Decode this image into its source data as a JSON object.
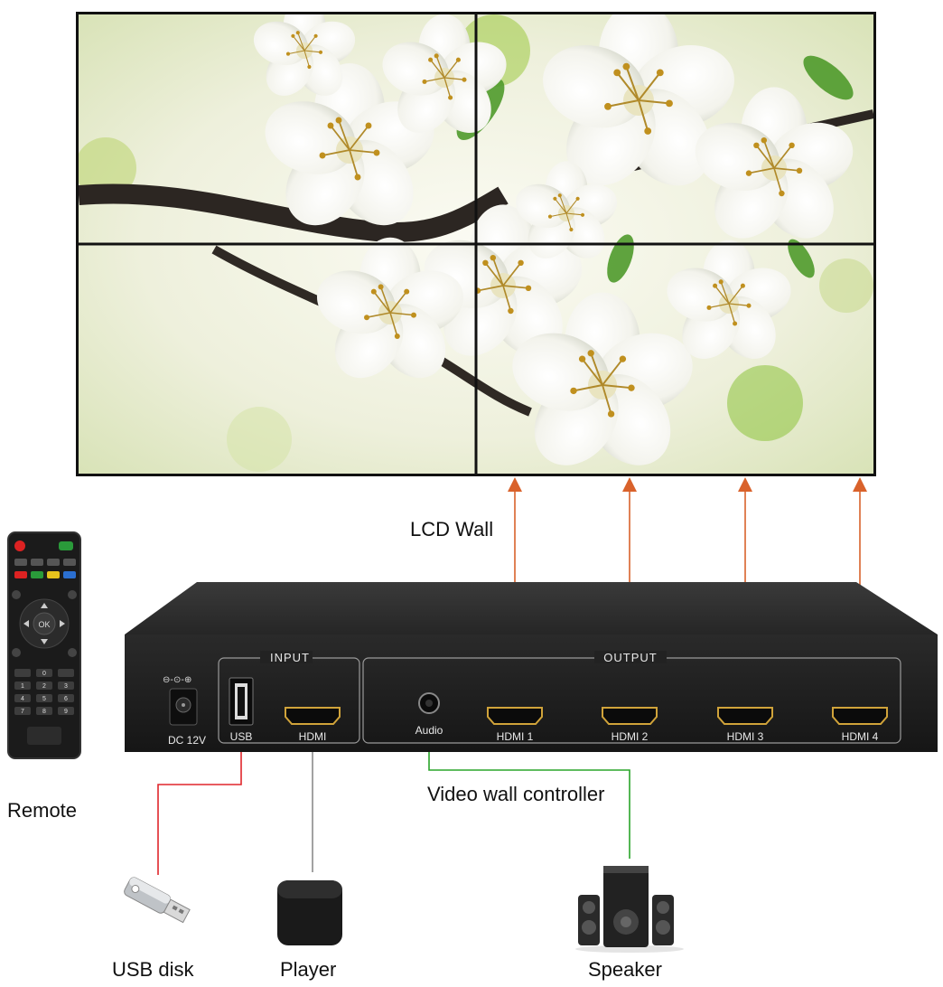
{
  "labels": {
    "lcd_wall": "LCD Wall",
    "remote": "Remote",
    "video_wall_controller": "Video wall controller",
    "usb_disk": "USB disk",
    "player": "Player",
    "speaker": "Speaker"
  },
  "controller": {
    "input_group": "INPUT",
    "output_group": "OUTPUT",
    "power_label": "DC 12V",
    "usb_label": "USB",
    "hdmi_in_label": "HDMI",
    "audio_label": "Audio",
    "outputs": [
      "HDMI 1",
      "HDMI 2",
      "HDMI 3",
      "HDMI 4"
    ]
  },
  "remote_keys": {
    "ok": "OK",
    "digits": [
      "1",
      "2",
      "3",
      "4",
      "5",
      "6",
      "7",
      "8",
      "9",
      "0"
    ]
  },
  "colors": {
    "hdmi_output_line": "#d9622b",
    "usb_line": "#e0262b",
    "player_line": "#8a8a8a",
    "audio_line": "#2aa52a",
    "controller_body": "#1e1e1e",
    "wall_frame": "#111111"
  }
}
